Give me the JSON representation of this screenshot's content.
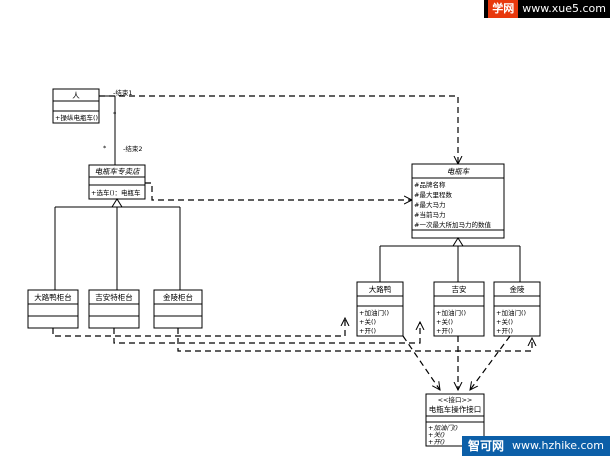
{
  "watermark_top": {
    "logo": "学网",
    "url": "www.xue5.com"
  },
  "watermark_bottom": {
    "logo": "智可网",
    "url": "www.hzhike.com"
  },
  "person": {
    "title": "人",
    "method": "+操纵电瓶车()"
  },
  "assoc": {
    "end1": "-结束1",
    "end2": "-结束2",
    "mult": "*"
  },
  "dealer": {
    "title": "电瓶车专卖店",
    "method": "+选车()：电瓶车"
  },
  "counters": [
    {
      "title": "大路鸭柜台"
    },
    {
      "title": "吉安特柜台"
    },
    {
      "title": "金陵柜台"
    }
  ],
  "ebike": {
    "title": "电瓶车",
    "attrs": [
      "#品牌名称",
      "#最大里程数",
      "#最大马力",
      "#当前马力",
      "#一次最大所加马力的数值"
    ]
  },
  "brands": [
    {
      "title": "大路鸭",
      "methods": [
        "+加油门()",
        "+关()",
        "+开()"
      ]
    },
    {
      "title": "吉安",
      "methods": [
        "+加油门()",
        "+关()",
        "+开()"
      ]
    },
    {
      "title": "金陵",
      "methods": [
        "+加油门()",
        "+关()",
        "+开()"
      ]
    }
  ],
  "iface": {
    "stereotype": "<<接口>>",
    "title": "电瓶车操作接口",
    "methods": [
      "+加油门()",
      "+关()",
      "+开()"
    ]
  }
}
